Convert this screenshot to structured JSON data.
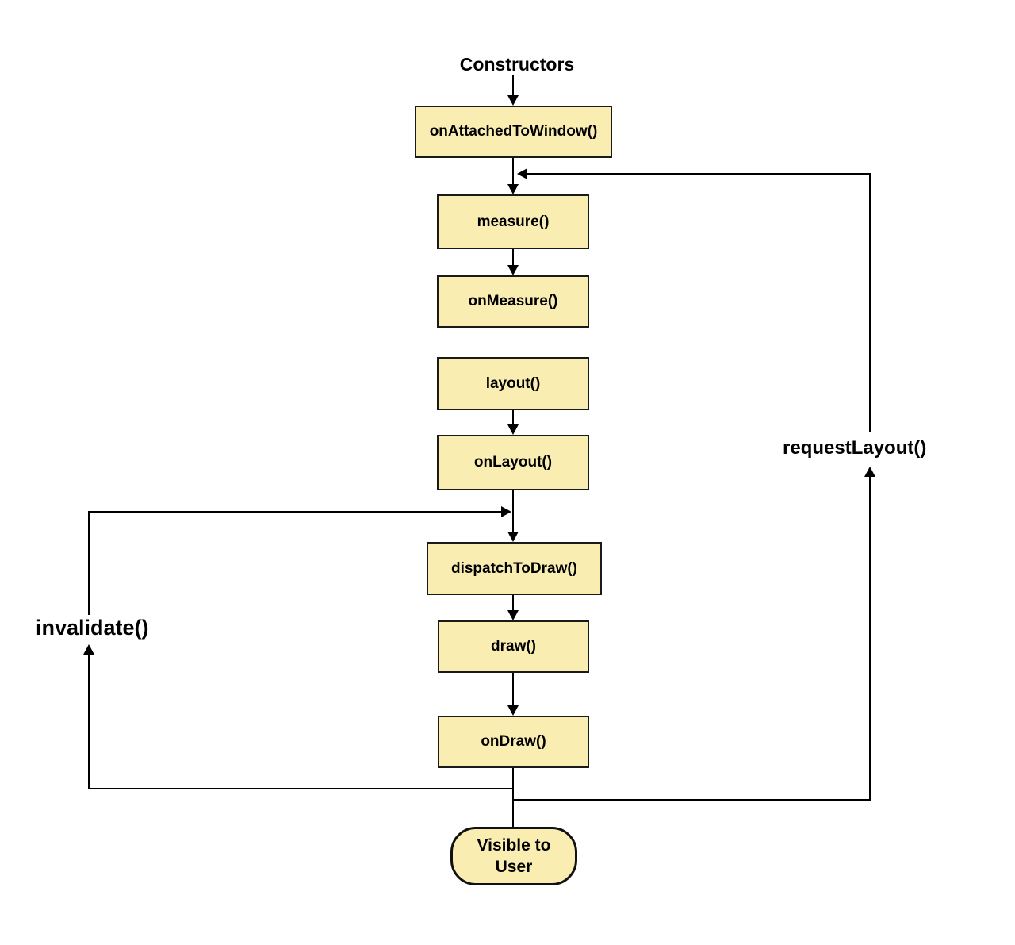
{
  "labels": {
    "constructors": "Constructors",
    "invalidate": "invalidate()",
    "request_layout": "requestLayout()"
  },
  "nodes": [
    {
      "id": "onAttachedToWindow",
      "label": "onAttachedToWindow()"
    },
    {
      "id": "measure",
      "label": "measure()"
    },
    {
      "id": "onMeasure",
      "label": "onMeasure()"
    },
    {
      "id": "layout",
      "label": "layout()"
    },
    {
      "id": "onLayout",
      "label": "onLayout()"
    },
    {
      "id": "dispatchToDraw",
      "label": "dispatchToDraw()"
    },
    {
      "id": "draw",
      "label": "draw()"
    },
    {
      "id": "onDraw",
      "label": "onDraw()"
    }
  ],
  "terminal": {
    "line1": "Visible to",
    "line2": "User"
  },
  "colors": {
    "node_fill": "#FAEDB2",
    "node_border": "#1A1A1A",
    "connector": "#000000",
    "text": "#000000",
    "background": "#FFFFFF"
  }
}
